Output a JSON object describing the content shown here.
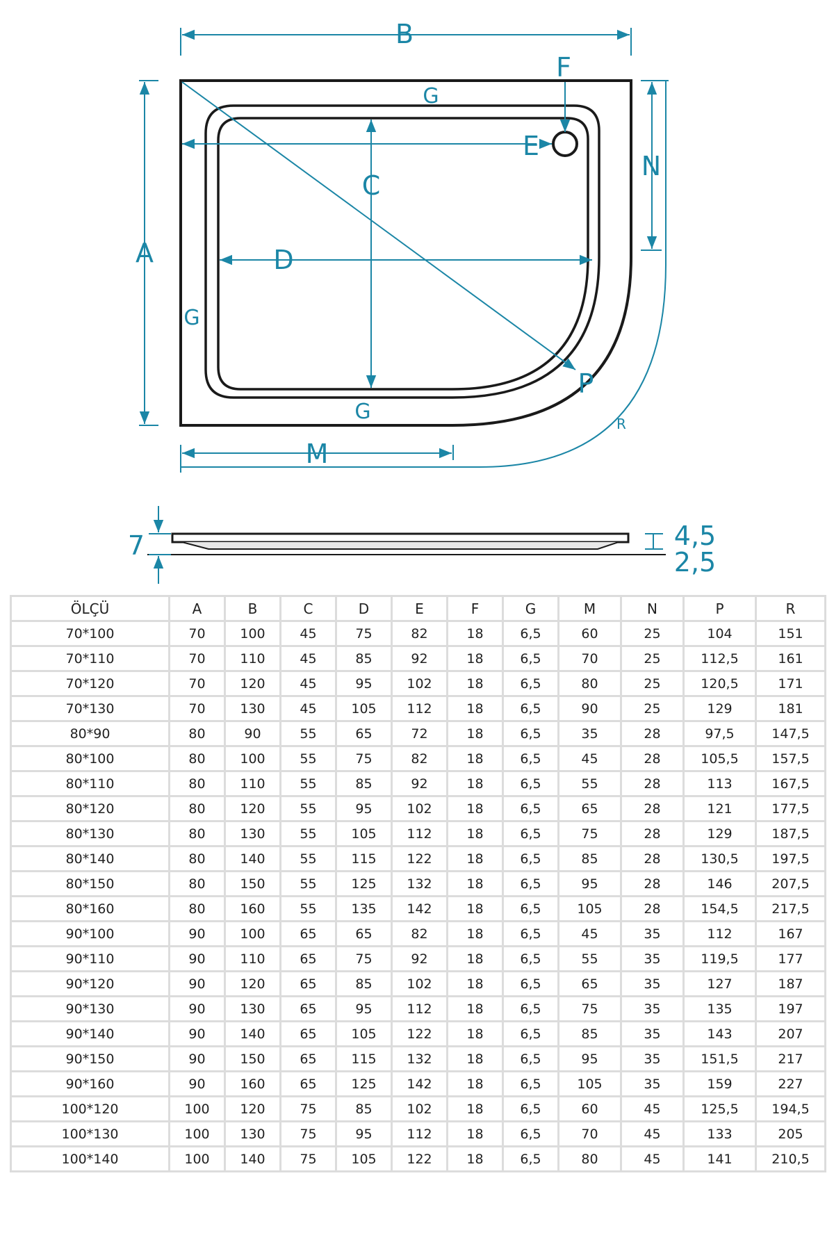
{
  "diagram": {
    "labels": {
      "A": "A",
      "B": "B",
      "C": "C",
      "D": "D",
      "E": "E",
      "F": "F",
      "G": "G",
      "M": "M",
      "N": "N",
      "P": "P",
      "R": "R"
    },
    "profile": {
      "total": "7",
      "rim": "4,5",
      "base": "2,5"
    },
    "colors": {
      "dimension": "#1b86a6",
      "outline": "#1a1a1a",
      "grid": "#dcdcdc"
    }
  },
  "table": {
    "headers": [
      "ÖLÇÜ",
      "A",
      "B",
      "C",
      "D",
      "E",
      "F",
      "G",
      "M",
      "N",
      "P",
      "R"
    ],
    "rows": [
      [
        "70*100",
        "70",
        "100",
        "45",
        "75",
        "82",
        "18",
        "6,5",
        "60",
        "25",
        "104",
        "151"
      ],
      [
        "70*110",
        "70",
        "110",
        "45",
        "85",
        "92",
        "18",
        "6,5",
        "70",
        "25",
        "112,5",
        "161"
      ],
      [
        "70*120",
        "70",
        "120",
        "45",
        "95",
        "102",
        "18",
        "6,5",
        "80",
        "25",
        "120,5",
        "171"
      ],
      [
        "70*130",
        "70",
        "130",
        "45",
        "105",
        "112",
        "18",
        "6,5",
        "90",
        "25",
        "129",
        "181"
      ],
      [
        "80*90",
        "80",
        "90",
        "55",
        "65",
        "72",
        "18",
        "6,5",
        "35",
        "28",
        "97,5",
        "147,5"
      ],
      [
        "80*100",
        "80",
        "100",
        "55",
        "75",
        "82",
        "18",
        "6,5",
        "45",
        "28",
        "105,5",
        "157,5"
      ],
      [
        "80*110",
        "80",
        "110",
        "55",
        "85",
        "92",
        "18",
        "6,5",
        "55",
        "28",
        "113",
        "167,5"
      ],
      [
        "80*120",
        "80",
        "120",
        "55",
        "95",
        "102",
        "18",
        "6,5",
        "65",
        "28",
        "121",
        "177,5"
      ],
      [
        "80*130",
        "80",
        "130",
        "55",
        "105",
        "112",
        "18",
        "6,5",
        "75",
        "28",
        "129",
        "187,5"
      ],
      [
        "80*140",
        "80",
        "140",
        "55",
        "115",
        "122",
        "18",
        "6,5",
        "85",
        "28",
        "130,5",
        "197,5"
      ],
      [
        "80*150",
        "80",
        "150",
        "55",
        "125",
        "132",
        "18",
        "6,5",
        "95",
        "28",
        "146",
        "207,5"
      ],
      [
        "80*160",
        "80",
        "160",
        "55",
        "135",
        "142",
        "18",
        "6,5",
        "105",
        "28",
        "154,5",
        "217,5"
      ],
      [
        "90*100",
        "90",
        "100",
        "65",
        "65",
        "82",
        "18",
        "6,5",
        "45",
        "35",
        "112",
        "167"
      ],
      [
        "90*110",
        "90",
        "110",
        "65",
        "75",
        "92",
        "18",
        "6,5",
        "55",
        "35",
        "119,5",
        "177"
      ],
      [
        "90*120",
        "90",
        "120",
        "65",
        "85",
        "102",
        "18",
        "6,5",
        "65",
        "35",
        "127",
        "187"
      ],
      [
        "90*130",
        "90",
        "130",
        "65",
        "95",
        "112",
        "18",
        "6,5",
        "75",
        "35",
        "135",
        "197"
      ],
      [
        "90*140",
        "90",
        "140",
        "65",
        "105",
        "122",
        "18",
        "6,5",
        "85",
        "35",
        "143",
        "207"
      ],
      [
        "90*150",
        "90",
        "150",
        "65",
        "115",
        "132",
        "18",
        "6,5",
        "95",
        "35",
        "151,5",
        "217"
      ],
      [
        "90*160",
        "90",
        "160",
        "65",
        "125",
        "142",
        "18",
        "6,5",
        "105",
        "35",
        "159",
        "227"
      ],
      [
        "100*120",
        "100",
        "120",
        "75",
        "85",
        "102",
        "18",
        "6,5",
        "60",
        "45",
        "125,5",
        "194,5"
      ],
      [
        "100*130",
        "100",
        "130",
        "75",
        "95",
        "112",
        "18",
        "6,5",
        "70",
        "45",
        "133",
        "205"
      ],
      [
        "100*140",
        "100",
        "140",
        "75",
        "105",
        "122",
        "18",
        "6,5",
        "80",
        "45",
        "141",
        "210,5"
      ]
    ]
  }
}
